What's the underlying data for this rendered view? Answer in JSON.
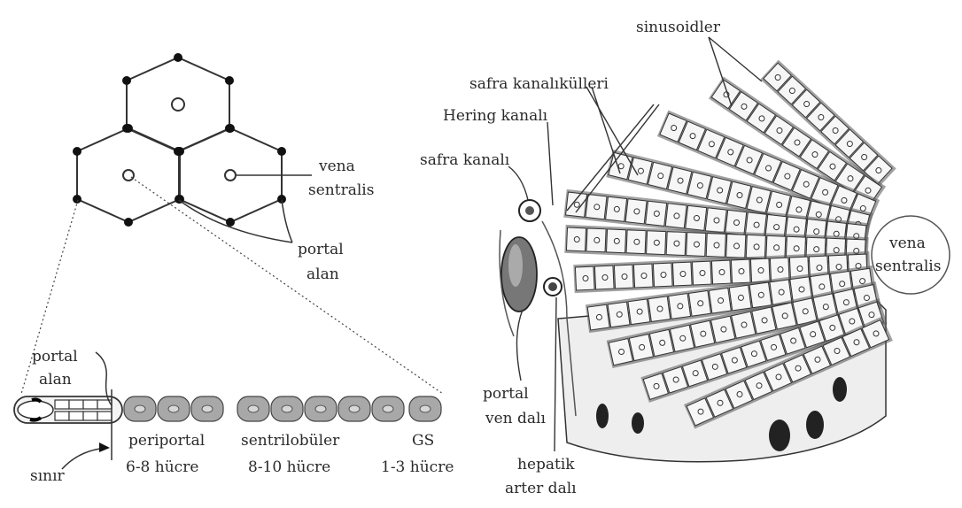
{
  "left_diagram": {
    "labels": {
      "vena_sentralis_1": "vena",
      "vena_sentralis_2": "sentralis",
      "portal_alan_1": "portal",
      "portal_alan_2": "alan",
      "bottom_portal_1": "portal",
      "bottom_portal_2": "alan",
      "sinir": "sınır"
    },
    "zones": [
      {
        "name": "periportal",
        "cells": "6-8 hücre"
      },
      {
        "name": "sentrilobüler",
        "cells": "8-10 hücre"
      },
      {
        "name": "GS",
        "cells": "1-3 hücre"
      }
    ]
  },
  "right_diagram": {
    "labels": {
      "sinusoidler": "sinusoidler",
      "safra_kanalikulleri": "safra kanalıkülleri",
      "hering": "Hering kanalı",
      "safra_kanali": "safra kanalı",
      "vena_1": "vena",
      "vena_2": "sentralis",
      "portal_ven_1": "portal",
      "portal_ven_2": "ven dalı",
      "hepatik_1": "hepatik",
      "hepatik_2": "arter dalı"
    }
  }
}
